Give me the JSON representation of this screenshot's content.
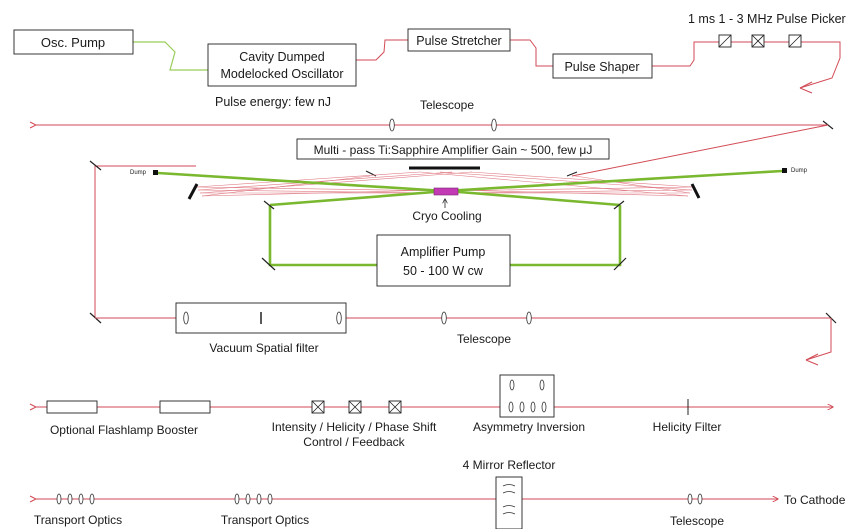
{
  "labels": {
    "osc_pump": "Osc. Pump",
    "oscillator_line1": "Cavity Dumped",
    "oscillator_line2": "Modelocked Oscillator",
    "pulse_stretcher": "Pulse Stretcher",
    "pulse_shaper": "Pulse Shaper",
    "pulse_picker": "1 ms 1 - 3 MHz Pulse Picker",
    "pulse_energy": "Pulse energy: few nJ",
    "telescope_top": "Telescope",
    "amplifier": "Multi - pass Ti:Sapphire Amplifier Gain ~ 500, few μJ",
    "dump_left": "Dump",
    "dump_right": "Dump",
    "cryo": "Cryo Cooling",
    "amp_pump_line1": "Amplifier Pump",
    "amp_pump_line2": "50 - 100 W cw",
    "vacuum_filter": "Vacuum Spatial filter",
    "telescope_mid": "Telescope",
    "flashlamp": "Optional Flashlamp Booster",
    "ihps_line1": "Intensity / Helicity / Phase Shift",
    "ihps_line2": "Control / Feedback",
    "asymmetry": "Asymmetry Inversion",
    "helicity_filter": "Helicity Filter",
    "four_mirror": "4 Mirror Reflector",
    "transport1": "Transport Optics",
    "transport2": "Transport Optics",
    "telescope_bottom": "Telescope",
    "to_cathode": "To Cathode"
  },
  "colors": {
    "beam_red": "#d24a55",
    "pump_green": "#7ab830",
    "crystal": "#c23bb5"
  }
}
